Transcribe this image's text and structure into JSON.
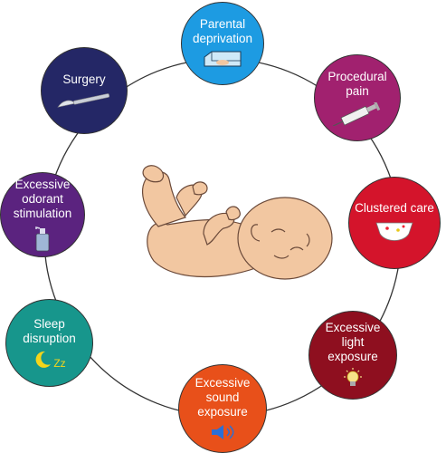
{
  "stressors": [
    {
      "label": "Parental\ndeprivation",
      "color": "#1d9be2",
      "icon": "incubator-icon"
    },
    {
      "label": "Procedural\npain",
      "color": "#a1216f",
      "icon": "syringe-icon"
    },
    {
      "label": "Clustered care",
      "color": "#d4142b",
      "icon": "diaper-icon"
    },
    {
      "label": "Excessive\nlight\nexposure",
      "color": "#8e0f1f",
      "icon": "light-bulb-icon"
    },
    {
      "label": "Excessive\nsound\nexposure",
      "color": "#e8501a",
      "icon": "speaker-icon"
    },
    {
      "label": "Sleep\ndisruption",
      "color": "#17968c",
      "icon": "moon-zz-icon"
    },
    {
      "label": "Excessive\nodorant\nstimulation",
      "color": "#5b237f",
      "icon": "spray-bottle-icon"
    },
    {
      "label": "Surgery",
      "color": "#242766",
      "icon": "scalpel-icon"
    }
  ],
  "center_icon": "newborn-baby-icon",
  "sleep_icon_text": "Zz"
}
